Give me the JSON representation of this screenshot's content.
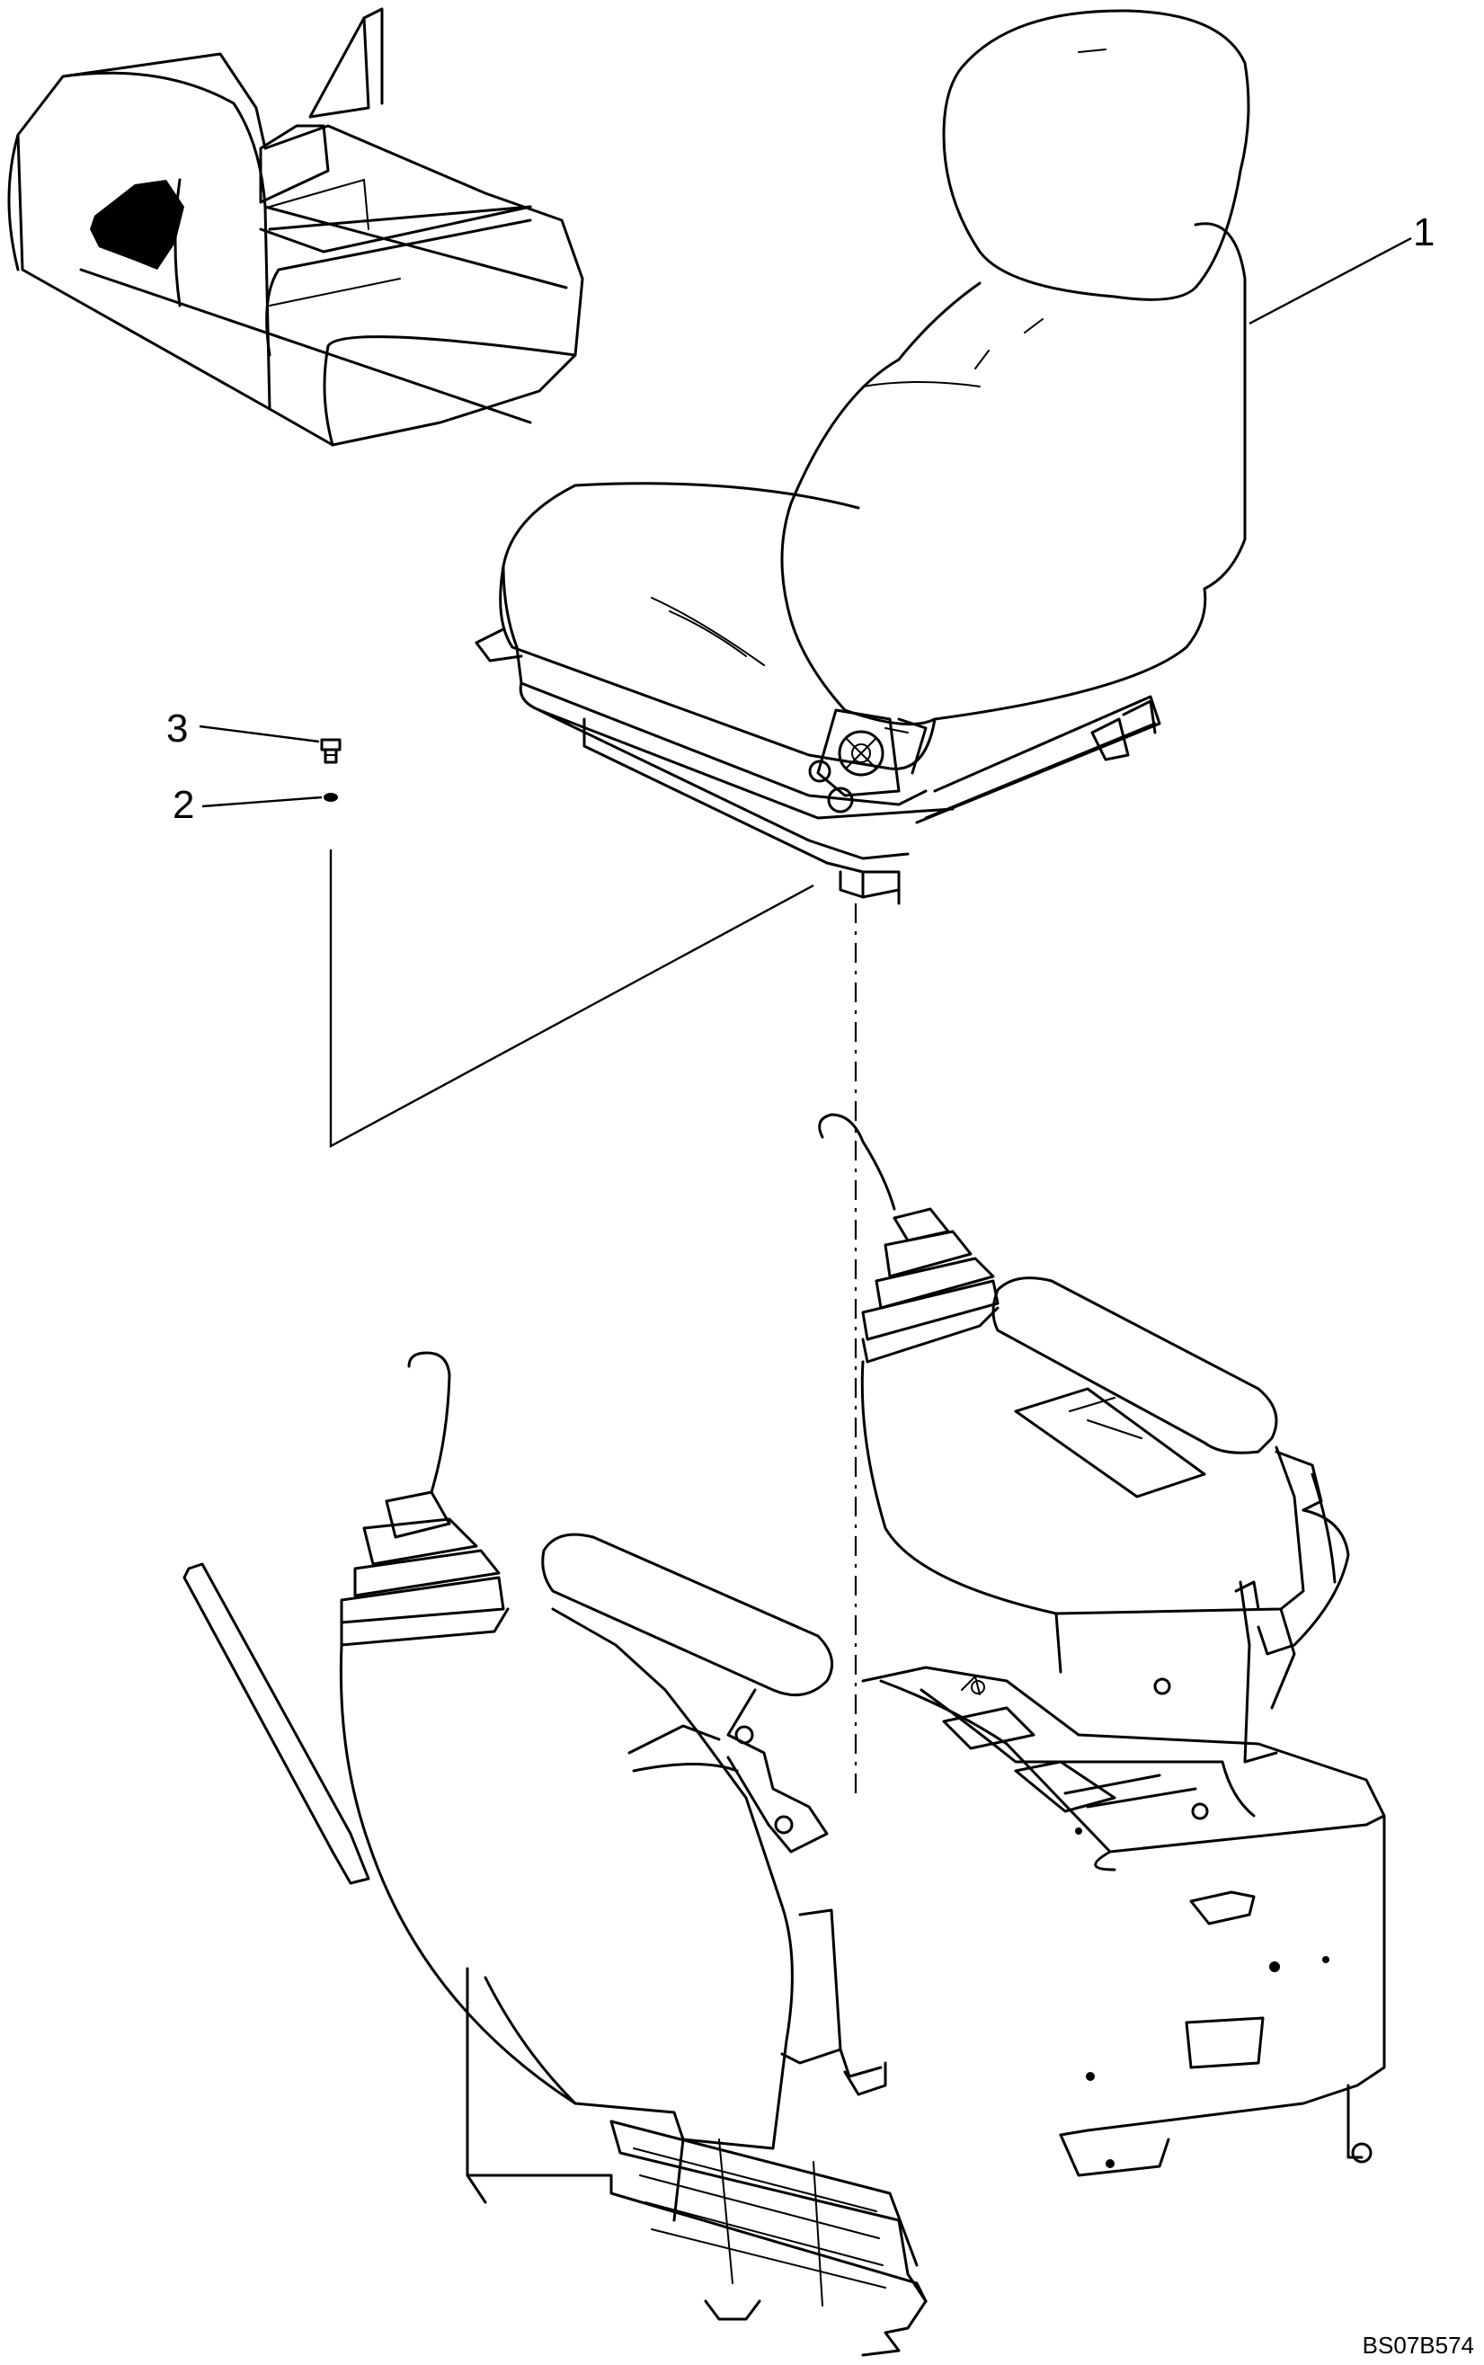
{
  "callouts": [
    {
      "id": "seat",
      "label": "1"
    },
    {
      "id": "washer",
      "label": "2"
    },
    {
      "id": "bolt",
      "label": "3"
    }
  ],
  "drawing_number": "BS07B574",
  "colors": {
    "line": "#000000",
    "background": "#ffffff"
  }
}
